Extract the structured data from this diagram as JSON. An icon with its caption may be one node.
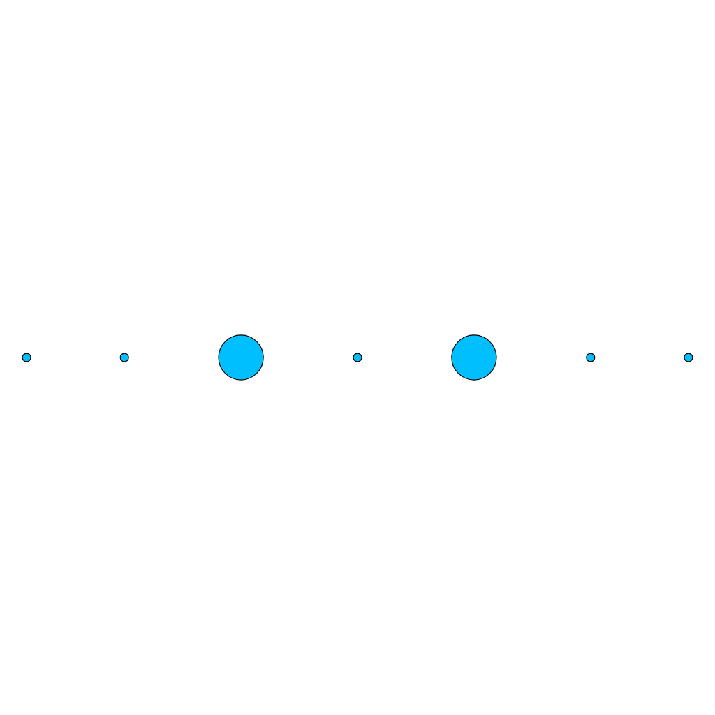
{
  "diagram": {
    "nodes": [
      {
        "text": [],
        "shape": "circle"
      },
      {
        "text": [],
        "shape": "circle"
      },
      {
        "text": [],
        "shape": "circle"
      },
      {
        "text": [],
        "shape": "circle"
      },
      {
        "text": [],
        "shape": "circle"
      },
      {
        "text": [],
        "shape": "circle"
      },
      {
        "text": [],
        "shape": "circle"
      }
    ]
  }
}
